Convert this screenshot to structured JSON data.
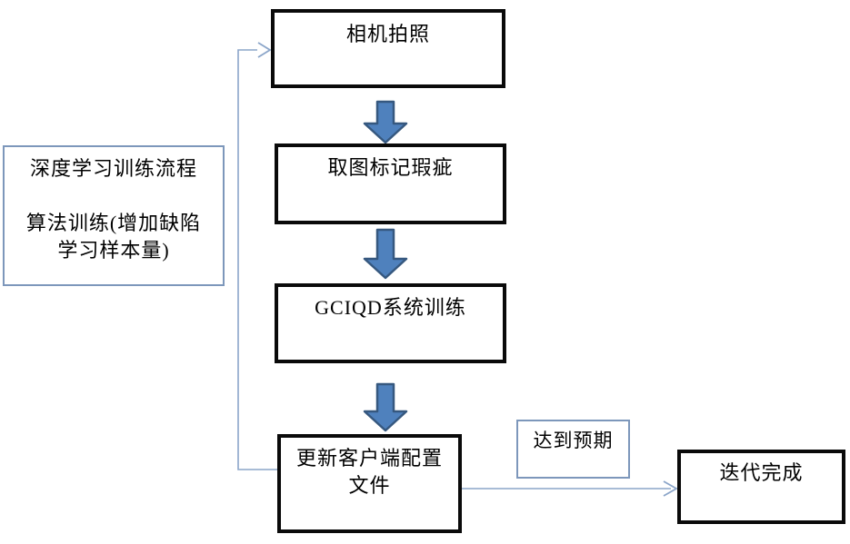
{
  "flowchart": {
    "nodes": {
      "camera": {
        "label": "相机拍照"
      },
      "mark_defects": {
        "label": "取图标记瑕疵"
      },
      "system_training": {
        "label": "GCIQD系统训练"
      },
      "update_config": {
        "label": "更新客户端配置\n文件"
      },
      "process_note": {
        "label": "深度学习训练流程\n\n算法训练(增加缺陷\n学习样本量)"
      },
      "expectation": {
        "label": "达到预期"
      },
      "iteration_done": {
        "label": "迭代完成"
      }
    },
    "edges": [
      {
        "from": "camera",
        "to": "mark_defects",
        "style": "block-down-arrow"
      },
      {
        "from": "mark_defects",
        "to": "system_training",
        "style": "block-down-arrow"
      },
      {
        "from": "system_training",
        "to": "update_config",
        "style": "block-down-arrow"
      },
      {
        "from": "update_config",
        "to": "camera",
        "style": "thin-elbow-arrow"
      },
      {
        "from": "update_config",
        "to": "iteration_done",
        "style": "thin-straight-arrow",
        "label": "达到预期"
      }
    ]
  },
  "colors": {
    "background": "#ffffff",
    "text": "#000000",
    "box_border_dark": "#0a0a0a",
    "box_border_light": "#7d97bb",
    "connector": "#8ba5c9",
    "arrow_fill": "#4f81bd",
    "arrow_stroke": "#36587f"
  }
}
